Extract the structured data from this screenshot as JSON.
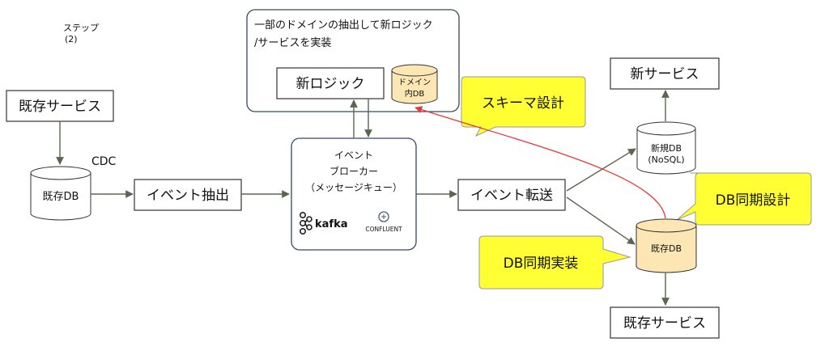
{
  "step": {
    "label": "ステップ",
    "number": "(2)"
  },
  "extract_group": {
    "title_line1": "一部のドメインの抽出して新ロジック",
    "title_line2": "/サービスを実装"
  },
  "new_logic": "新ロジック",
  "domain_db": {
    "line1": "ドメイン",
    "line2": "内DB"
  },
  "schema_callout": "スキーマ設計",
  "existing_service_left": "既存サービス",
  "cdc_label": "CDC",
  "existing_db_left": "既存DB",
  "event_extract": "イベント抽出",
  "broker": {
    "line1": "イベント",
    "line2": "ブローカー",
    "line3": "（メッセージキュー）",
    "kafka": "kafka",
    "confluent": "CONFLUENT"
  },
  "event_forward": "イベント転送",
  "new_service": "新サービス",
  "new_db": {
    "line1": "新規DB",
    "line2": "(NoSQL)"
  },
  "db_sync_design": "DB同期設計",
  "existing_db_right": "既存DB",
  "db_sync_impl": "DB同期実装",
  "existing_service_right": "既存サービス",
  "colors": {
    "arrow": "#5b6650",
    "callout": "#ffff33",
    "db_fill": "#fbe6b4",
    "sync_line": "#e53935"
  }
}
